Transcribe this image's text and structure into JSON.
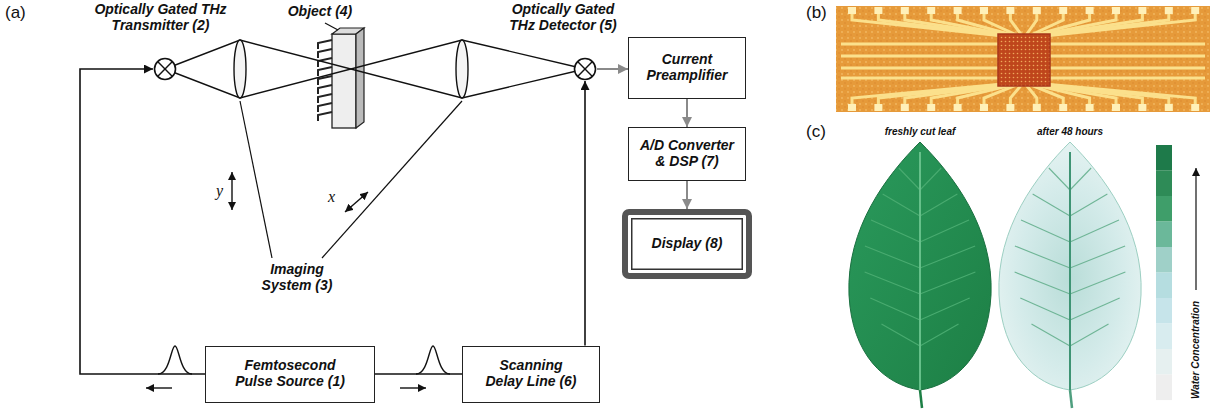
{
  "diagram": {
    "nodes": [
      {
        "text": [
          "Optically Gated THz Transmitter (2)"
        ]
      },
      {
        "text": [
          "Optically Gated THz Detector (5)"
        ]
      },
      {
        "text": [
          "Current Preamplifier"
        ]
      },
      {
        "text": [
          "A/D Converter & DSP (7)"
        ]
      },
      {
        "text": [
          "Display (8)"
        ]
      },
      {
        "text": [
          "Femtosecond Pulse Source (1)"
        ]
      },
      {
        "text": [
          "Scanning Delay Line (6)"
        ]
      }
    ],
    "edges": [
      {
        "from": 5,
        "to": 0,
        "arrow": "to"
      },
      {
        "from": 5,
        "to": 6,
        "arrow": "none"
      },
      {
        "from": 6,
        "to": 1,
        "arrow": "to"
      },
      {
        "from": 1,
        "to": 2,
        "arrow": "to"
      },
      {
        "from": 2,
        "to": 3,
        "arrow": "to"
      },
      {
        "from": 3,
        "to": 4,
        "arrow": "to"
      }
    ],
    "labels": [
      "(a)",
      "Object (4)",
      "y",
      "x",
      "Imaging System (3)",
      "(b)",
      "(c)",
      "freshly cut leaf",
      "after 48 hours",
      "Water Concentration"
    ]
  }
}
